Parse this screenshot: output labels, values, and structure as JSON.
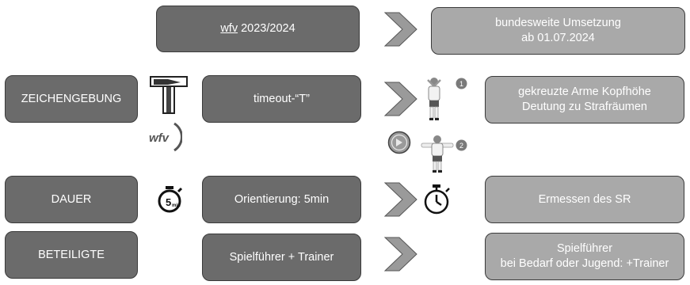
{
  "header": {
    "org_prefix": "wfv",
    "season_suffix": " 2023/2024",
    "rollout_line1": "bundesweite Umsetzung",
    "rollout_line2": "ab 01.07.2024"
  },
  "rows": {
    "signal": {
      "label": "ZEICHENGEBUNG",
      "old": "timeout-“T”",
      "new_line1": "gekreuzte Arme Kopfhöhe",
      "new_line2": "Deutung zu Strafräumen",
      "step1": "1",
      "step2": "2",
      "logo_text": "wfv"
    },
    "duration": {
      "label": "DAUER",
      "old": "Orientierung: 5min",
      "new": "Ermessen des SR",
      "stopwatch_text": "5",
      "stopwatch_unit": "min"
    },
    "participants": {
      "label": "BETEILIGTE",
      "old": "Spielführer + Trainer",
      "new_line1": "Spielführer",
      "new_line2": "bei Bedarf oder Jugend: +Trainer"
    }
  },
  "icons": [
    "hammer-icon",
    "wfv-logo-icon",
    "dfb-logo-icon",
    "referee-arms-crossed-icon",
    "referee-arms-out-icon",
    "stopwatch-5min-icon",
    "stopwatch-icon",
    "chevron-right-icon"
  ],
  "colors": {
    "dark_box": "#6b6b6b",
    "light_box": "#a9a9a9",
    "chevron": "#9a9a9a"
  }
}
